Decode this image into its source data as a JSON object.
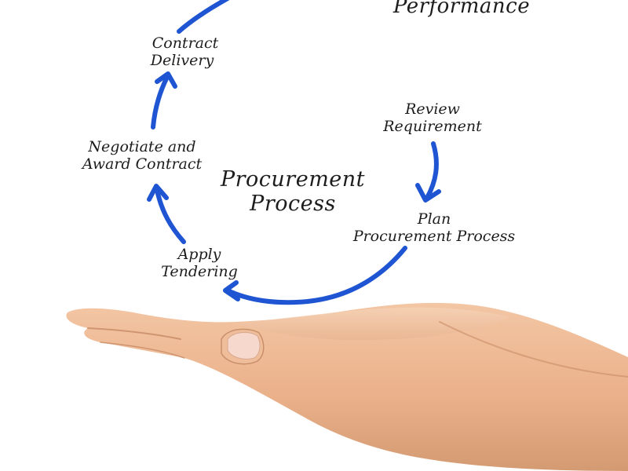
{
  "diagram": {
    "title_line1": "Procurement",
    "title_line2": "Process",
    "partial_top_label": "Performance",
    "steps": [
      {
        "line1": "Review",
        "line2": "Requirement"
      },
      {
        "line1": "Plan",
        "line2": "Procurement Process"
      },
      {
        "line1": "Apply",
        "line2": "Tendering"
      },
      {
        "line1": "Negotiate and",
        "line2": "Award Contract"
      },
      {
        "line1": "Contract",
        "line2": "Delivery"
      }
    ]
  },
  "colors": {
    "arrow": "#1f55d2",
    "text": "#1d1d1d",
    "background": "#ffffff",
    "skin": "#f0bb95"
  },
  "illustration": {
    "subject": "open-palm-hand"
  }
}
